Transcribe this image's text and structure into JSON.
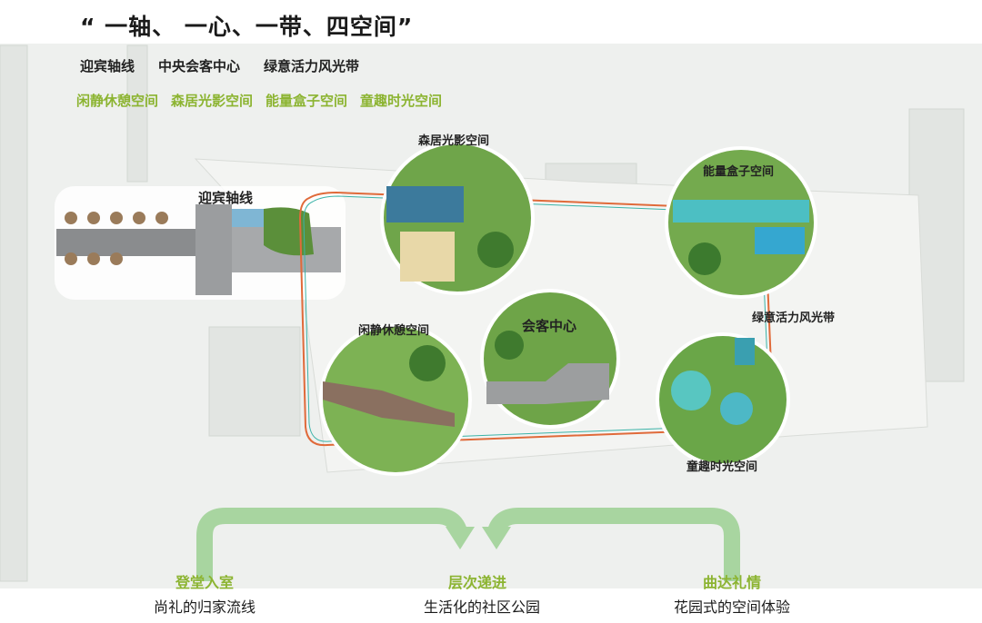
{
  "title": "“ 一轴、 一心、一带、四空间”",
  "legend_primary": [
    "迎宾轴线",
    "中央会客中心",
    "绿意活力风光带"
  ],
  "legend_spaces": [
    "闲静休憩空间",
    "森居光影空间",
    "能量盒子空间",
    "童趣时光空间"
  ],
  "map_labels": {
    "axis": "迎宾轴线",
    "forest": "森居光影空间",
    "energy": "能量盒子空间",
    "leisure": "闲静休憩空间",
    "center": "会客中心",
    "greenbelt": "绿意活力风光带",
    "kids": "童趣时光空间"
  },
  "flow": {
    "left_title": "登堂入室",
    "left_sub": "尚礼的归家流线",
    "mid_title": "层次递进",
    "mid_sub": "生活化的社区公园",
    "right_title": "曲达礼情",
    "right_sub": "花园式的空间体验"
  },
  "colors": {
    "green_text": "#8cb431",
    "arrow": "#a8d5a0",
    "route": "#e06a3a",
    "route_inner": "#3bb3a8"
  }
}
